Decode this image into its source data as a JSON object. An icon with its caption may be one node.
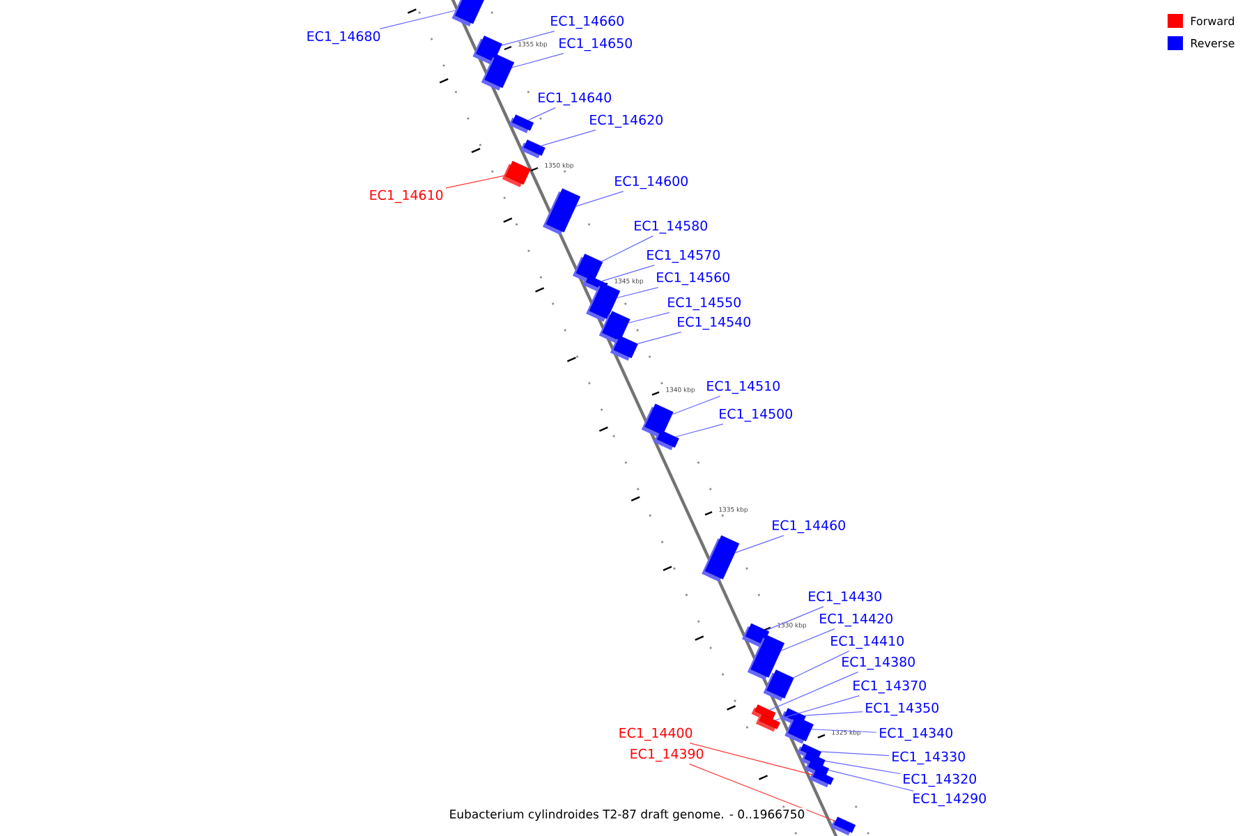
{
  "diagram": {
    "caption": "Eubacterium cylindroides T2-87 draft genome. - 0..1966750",
    "nodes": [
      {
        "text": [
          "EC1_14680"
        ]
      },
      {
        "text": [
          "EC1_14660"
        ]
      },
      {
        "text": [
          "EC1_14650"
        ]
      },
      {
        "text": [
          "EC1_14640"
        ]
      },
      {
        "text": [
          "EC1_14620"
        ]
      },
      {
        "text": [
          "EC1_14610"
        ]
      },
      {
        "text": [
          "EC1_14600"
        ]
      },
      {
        "text": [
          "EC1_14580"
        ]
      },
      {
        "text": [
          "EC1_14570"
        ]
      },
      {
        "text": [
          "EC1_14560"
        ]
      },
      {
        "text": [
          "EC1_14550"
        ]
      },
      {
        "text": [
          "EC1_14540"
        ]
      },
      {
        "text": [
          "EC1_14510"
        ]
      },
      {
        "text": [
          "EC1_14500"
        ]
      },
      {
        "text": [
          "EC1_14460"
        ]
      },
      {
        "text": [
          "EC1_14430"
        ]
      },
      {
        "text": [
          "EC1_14420"
        ]
      },
      {
        "text": [
          "EC1_14410"
        ]
      },
      {
        "text": [
          "EC1_14380"
        ]
      },
      {
        "text": [
          "EC1_14370"
        ]
      },
      {
        "text": [
          "EC1_14350"
        ]
      },
      {
        "text": [
          "EC1_14340"
        ]
      },
      {
        "text": [
          "EC1_14330"
        ]
      },
      {
        "text": [
          "EC1_14320"
        ]
      },
      {
        "text": [
          "EC1_14290"
        ]
      },
      {
        "text": [
          "EC1_14400"
        ]
      },
      {
        "text": [
          "EC1_14390"
        ]
      },
      {
        "text": [],
        "shape": "box"
      },
      {
        "text": [],
        "shape": "box"
      },
      {
        "text": [],
        "shape": "box"
      },
      {
        "text": [],
        "shape": "box"
      },
      {
        "text": [],
        "shape": "box"
      },
      {
        "text": [],
        "shape": "box"
      },
      {
        "text": [],
        "shape": "box"
      },
      {
        "text": [],
        "shape": "box"
      },
      {
        "text": [],
        "shape": "box"
      },
      {
        "text": [],
        "shape": "box"
      },
      {
        "text": [],
        "shape": "box"
      },
      {
        "text": [],
        "shape": "box"
      },
      {
        "text": [],
        "shape": "box"
      },
      {
        "text": [],
        "shape": "box"
      },
      {
        "text": [],
        "shape": "box"
      },
      {
        "text": [],
        "shape": "box"
      },
      {
        "text": [],
        "shape": "box"
      },
      {
        "text": [],
        "shape": "box"
      },
      {
        "text": [],
        "shape": "box"
      },
      {
        "text": [],
        "shape": "box"
      },
      {
        "text": [],
        "shape": "box"
      },
      {
        "text": [],
        "shape": "box"
      },
      {
        "text": [],
        "shape": "box"
      },
      {
        "text": [],
        "shape": "box"
      },
      {
        "text": [],
        "shape": "box"
      },
      {
        "text": [],
        "shape": "box"
      },
      {
        "text": [],
        "shape": "box"
      }
    ],
    "edges": [
      {
        "from": 0,
        "to": 27,
        "arrow": "none"
      },
      {
        "from": 1,
        "to": 28,
        "arrow": "none"
      },
      {
        "from": 2,
        "to": 29,
        "arrow": "none"
      },
      {
        "from": 3,
        "to": 30,
        "arrow": "none"
      },
      {
        "from": 4,
        "to": 31,
        "arrow": "none"
      },
      {
        "from": 5,
        "to": 32,
        "arrow": "none",
        "color": "#ff3333"
      },
      {
        "from": 6,
        "to": 33,
        "arrow": "none"
      },
      {
        "from": 7,
        "to": 34,
        "arrow": "none"
      },
      {
        "from": 8,
        "to": 35,
        "arrow": "none"
      },
      {
        "from": 9,
        "to": 36,
        "arrow": "none"
      },
      {
        "from": 10,
        "to": 37,
        "arrow": "none"
      },
      {
        "from": 11,
        "to": 38,
        "arrow": "none"
      },
      {
        "from": 12,
        "to": 39,
        "arrow": "none"
      },
      {
        "from": 13,
        "to": 40,
        "arrow": "none"
      },
      {
        "from": 14,
        "to": 41,
        "arrow": "none"
      },
      {
        "from": 15,
        "to": 42,
        "arrow": "none"
      },
      {
        "from": 16,
        "to": 43,
        "arrow": "none"
      },
      {
        "from": 17,
        "to": 44,
        "arrow": "none"
      },
      {
        "from": 18,
        "to": 45,
        "arrow": "none"
      },
      {
        "from": 19,
        "to": 46,
        "arrow": "none"
      },
      {
        "from": 20,
        "to": 47,
        "arrow": "none"
      },
      {
        "from": 21,
        "to": 48,
        "arrow": "none"
      },
      {
        "from": 22,
        "to": 49,
        "arrow": "none"
      },
      {
        "from": 23,
        "to": 50,
        "arrow": "none"
      },
      {
        "from": 24,
        "to": 51,
        "arrow": "none"
      },
      {
        "from": 25,
        "to": 52,
        "arrow": "none",
        "color": "#ff3333"
      },
      {
        "from": 26,
        "to": 53,
        "arrow": "none",
        "color": "#ff3333"
      }
    ],
    "labels": [
      "1355 kbp",
      "1350 kbp",
      "1345 kbp",
      "1340 kbp",
      "1335 kbp",
      "1330 kbp",
      "1325 kbp"
    ],
    "legend": [
      {
        "text": "Forward",
        "color": "#ff0000"
      },
      {
        "text": "Reverse",
        "color": "#0000ff"
      }
    ]
  }
}
